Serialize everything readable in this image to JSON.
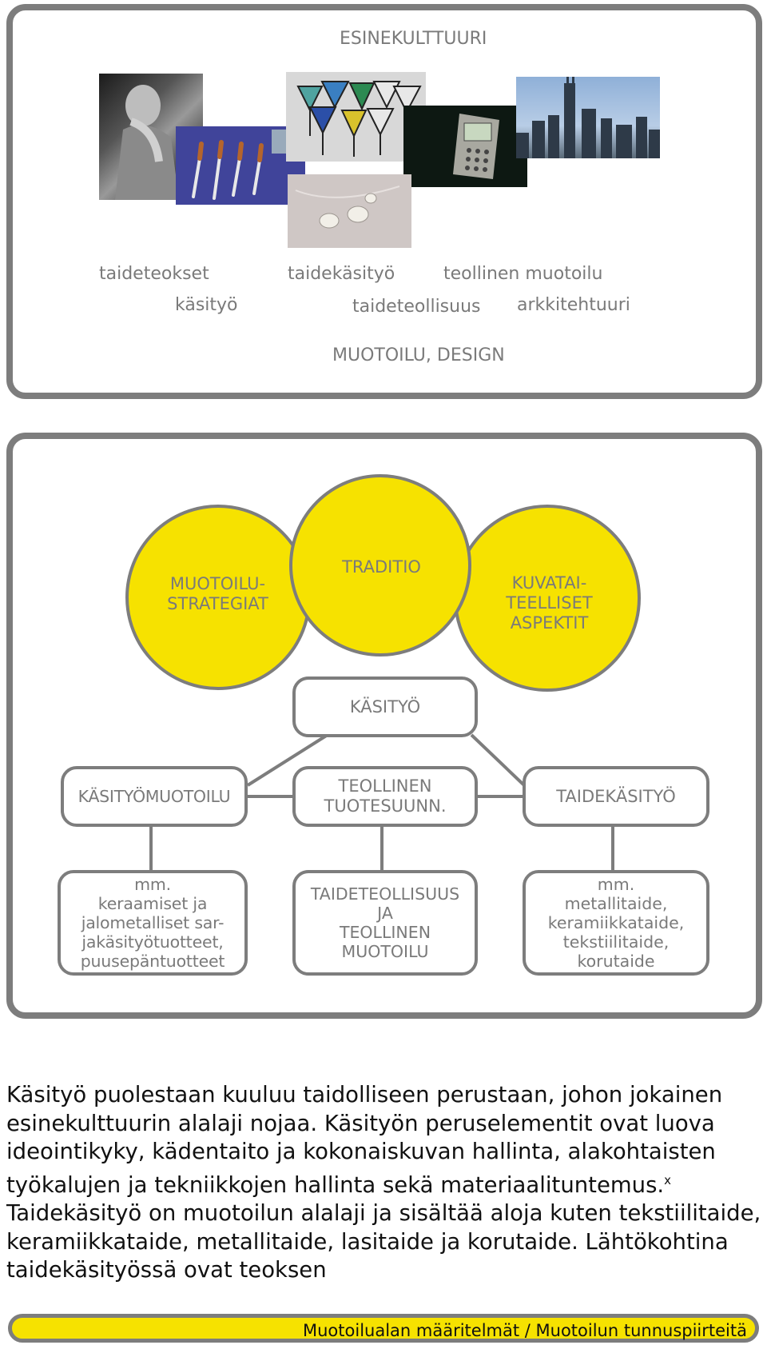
{
  "esinekulttuuri": {
    "title": "ESINEKULTTUURI",
    "images": [
      {
        "name": "sculpture-photo"
      },
      {
        "name": "knives-photo"
      },
      {
        "name": "glasses-photo"
      },
      {
        "name": "device-photo"
      },
      {
        "name": "skyline-photo"
      },
      {
        "name": "jewelry-photo"
      }
    ],
    "labels": {
      "taideteokset": "taideteokset",
      "taidekasityo": "taidekäsityö",
      "teollinen_muotoilu": "teollinen muotoilu",
      "kasityo": "käsityö",
      "taideteollisuus": "taideteollisuus",
      "arkkitehtuuri": "arkkitehtuuri"
    },
    "footer_label": "MUOTOILU, DESIGN"
  },
  "diagram": {
    "circles": {
      "left": "MUOTOILU-\nSTRATEGIAT",
      "center": "TRADITIO",
      "right": "KUVATAI-\nTEELLISET\nASPEKTIT"
    },
    "root": "KÄSITYÖ",
    "level2": {
      "left": "KÄSITYÖMUOTOILU",
      "center": "TEOLLINEN\nTUOTESUUNN.",
      "right": "TAIDEKÄSITYÖ"
    },
    "level3": {
      "left": "mm.\nkeraamiset ja\njalometalliset sar-\njakäsityötuotteet,\npuusepäntuotteet",
      "center": "TAIDETEOLLISUUS\nJA\nTEOLLINEN\nMUOTOILU",
      "right": "mm.\nmetallitaide,\nkeramiikkataide,\ntekstiilitaide,\nkorutaide"
    }
  },
  "body": {
    "text": "Käsityö puolestaan kuuluu taidolliseen perustaan, johon jokainen esinekulttuurin alalaji nojaa. Käsityön peruselementit ovat luova ideointikyky, kädentaito ja kokonaiskuvan hallinta, alakohtaisten työkalujen ja tekniikkojen hallinta sekä materiaalituntemus.",
    "superscript": "x",
    "text2": "Taidekäsityö on muotoilun alalaji ja sisältää aloja kuten tekstiilitaide, keramiikkataide, metallitaide, lasitaide ja korutaide. Lähtökohtina taidekäsityössä ovat teoksen"
  },
  "footer": {
    "text": "Muotoilualan määritelmät / Muotoilun tunnuspiirteitä"
  },
  "colors": {
    "yellow": "#f6e200",
    "gray": "#7d7d7d"
  }
}
